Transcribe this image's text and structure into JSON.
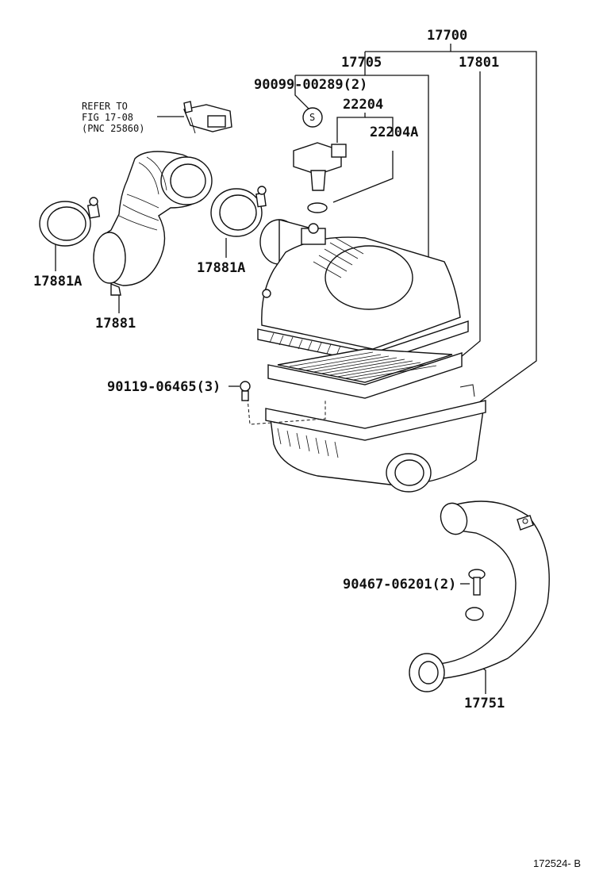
{
  "callouts": {
    "assy_17700": "17700",
    "case_17705": "17705",
    "element_17801": "17801",
    "screw_90099": "90099-00289(2)",
    "sensor_22204": "22204",
    "sensor_22204A": "22204A",
    "clamp_17881A_left": "17881A",
    "hose_17881": "17881",
    "clamp_17881A_right": "17881A",
    "bolt_90119": "90119-06465(3)",
    "clip_90467": "90467-06201(2)",
    "pipe_17751": "17751",
    "screw_symbol": "S"
  },
  "reference": {
    "line1": "REFER TO",
    "line2": "FIG 17-08",
    "line3": "(PNC 25860)"
  },
  "diagram_id": "172524- B"
}
